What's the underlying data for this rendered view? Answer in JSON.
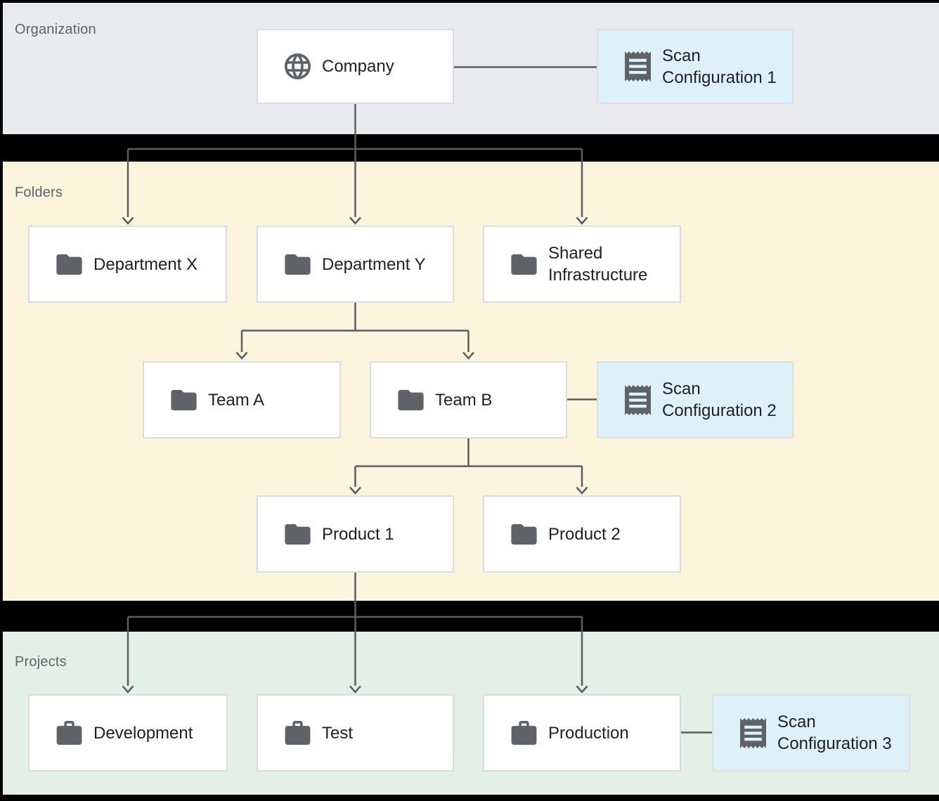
{
  "bands": {
    "organization": {
      "label": "Organization",
      "bg": "#e9ebee"
    },
    "folders": {
      "label": "Folders",
      "bg": "#fcf5dd"
    },
    "projects": {
      "label": "Projects",
      "bg": "#e2f0e7"
    }
  },
  "nodes": {
    "company": {
      "label": "Company",
      "icon": "globe-icon"
    },
    "scan_config_1": {
      "label": "Scan Configuration 1",
      "icon": "receipt-icon"
    },
    "department_x": {
      "label": "Department X",
      "icon": "folder-icon"
    },
    "department_y": {
      "label": "Department Y",
      "icon": "folder-icon"
    },
    "shared_infrastructure": {
      "label": "Shared Infrastructure",
      "icon": "folder-icon"
    },
    "team_a": {
      "label": "Team A",
      "icon": "folder-icon"
    },
    "team_b": {
      "label": "Team B",
      "icon": "folder-icon"
    },
    "scan_config_2": {
      "label": "Scan Configuration 2",
      "icon": "receipt-icon"
    },
    "product_1": {
      "label": "Product 1",
      "icon": "folder-icon"
    },
    "product_2": {
      "label": "Product 2",
      "icon": "folder-icon"
    },
    "development": {
      "label": "Development",
      "icon": "briefcase-icon"
    },
    "test": {
      "label": "Test",
      "icon": "briefcase-icon"
    },
    "production": {
      "label": "Production",
      "icon": "briefcase-icon"
    },
    "scan_config_3": {
      "label": "Scan Configuration 3",
      "icon": "receipt-icon"
    }
  },
  "colors": {
    "background": "#000000",
    "organization_band": "#e9ebee",
    "folders_band": "#fcf5dd",
    "projects_band": "#e2f0e7",
    "node_fill": "#ffffff",
    "scan_node_fill": "#def0fa",
    "node_border": "#dcdcdc",
    "connector": "#5b5d60",
    "icon": "#5f6368",
    "node_text": "#202124",
    "band_label_text": "#5f6368"
  }
}
